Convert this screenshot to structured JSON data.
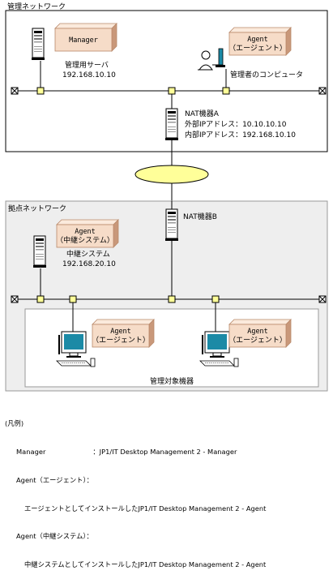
{
  "diagram": {
    "management_network_label": "管理ネットワーク",
    "branch_network_label": "拠点ネットワーク",
    "manager_box": "Manager",
    "manager_server_label": "管理用サーバ",
    "manager_server_ip": "192.168.10.10",
    "agent_label": "Agent",
    "agent_sub": "（エージェント）",
    "admin_computer_label": "管理者のコンピュータ",
    "nat_a_label": "NAT機器A",
    "nat_a_external": "外部IPアドレス：10.10.10.10",
    "nat_a_internal": "内部IPアドレス：192.168.10.10",
    "nat_b_label": "NAT機器B",
    "relay_agent_label": "Agent",
    "relay_agent_sub": "（中継システム）",
    "relay_system_label": "中継システム",
    "relay_system_ip": "192.168.20.10",
    "managed_devices_label": "管理対象機器"
  },
  "legend": {
    "title": "(凡例)",
    "manager_term": "Manager",
    "manager_desc": "：JP1/IT Desktop Management 2 - Manager",
    "agent_term": "Agent（エージェント）：",
    "agent_desc": "エージェントとしてインストールしたJP1/IT Desktop Management 2 - Agent",
    "relay_term": "Agent（中継システム）：",
    "relay_desc": "中継システムとしてインストールしたJP1/IT Desktop Management 2 - Agent"
  },
  "colors": {
    "box_fill": "#f6dcc8",
    "box_edge": "#b9896a",
    "node_fill": "#ffff99",
    "ellipse_fill": "#ffff99",
    "branch_bg": "#eeeeee",
    "monitor_screen": "#1b8aa6"
  }
}
